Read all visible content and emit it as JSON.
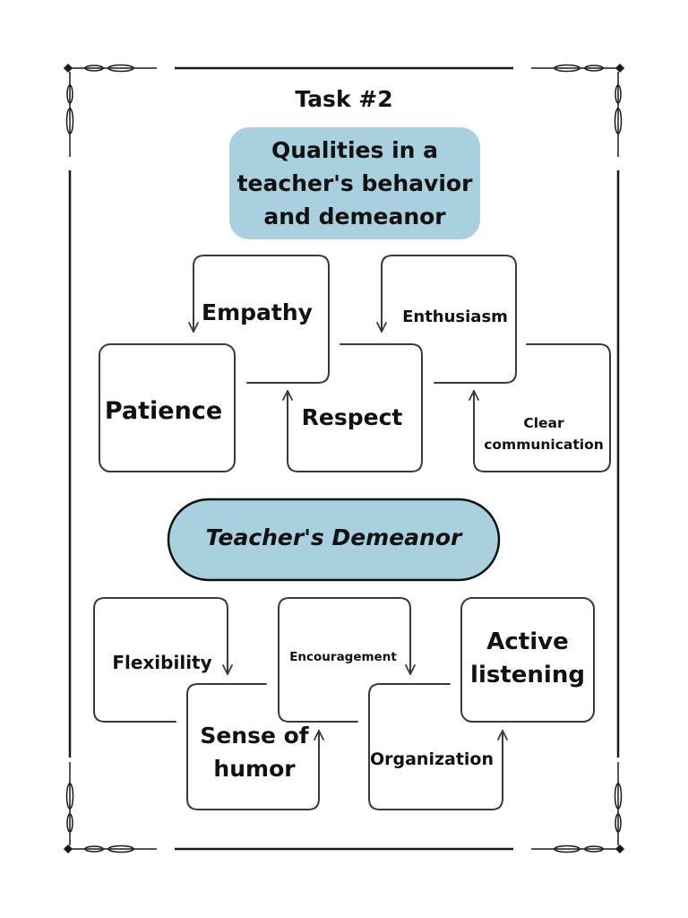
{
  "task_label": "Task #2",
  "main_title": "Qualities in a teacher's behavior and demeanor",
  "section_title": "Teacher's Demeanor",
  "top_qualities": {
    "empathy": "Empathy",
    "enthusiasm": "Enthusiasm",
    "patience": "Patience",
    "respect": "Respect",
    "clear_communication": "Clear communication"
  },
  "bottom_qualities": {
    "flexibility": "Flexibility",
    "encouragement": "Encouragement",
    "active_listening": "Active listening",
    "sense_of_humor": "Sense of humor",
    "organization": "Organization"
  },
  "colors": {
    "pill_fill": "#a8d0df",
    "stroke": "#3a3a3a",
    "text": "#111111"
  }
}
